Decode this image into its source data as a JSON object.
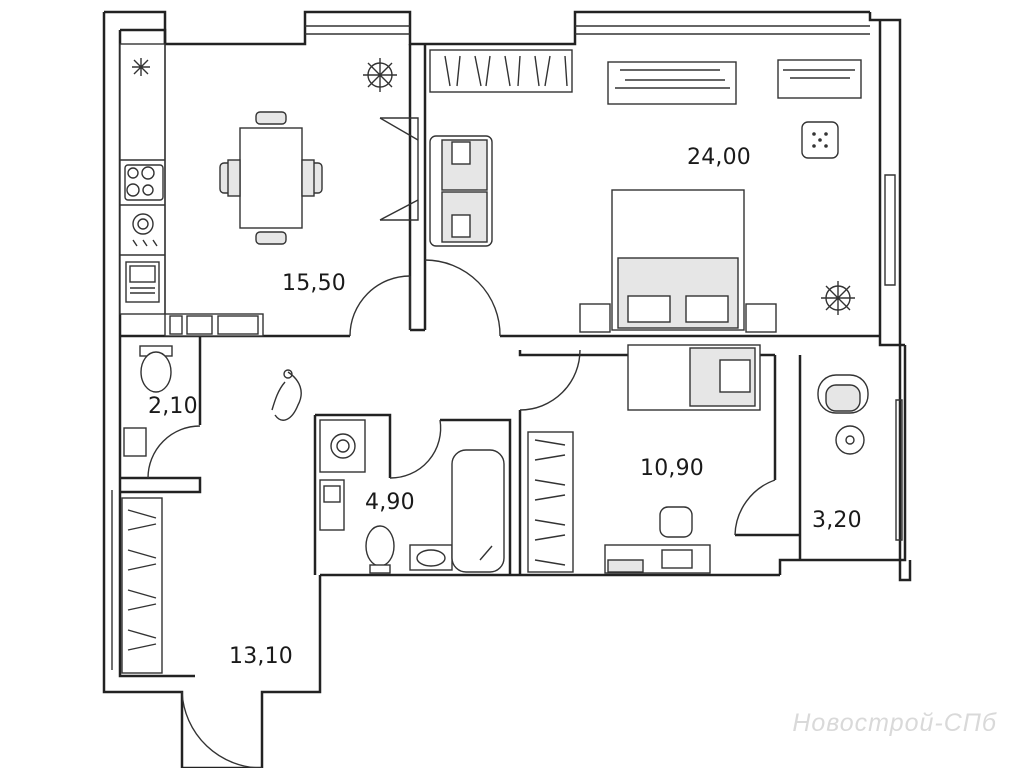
{
  "rooms": {
    "living_kitchen": {
      "area": "15,50"
    },
    "bedroom": {
      "area": "24,00"
    },
    "wc": {
      "area": "2,10"
    },
    "bathroom": {
      "area": "4,90"
    },
    "second_room": {
      "area": "10,90"
    },
    "balcony": {
      "area": "3,20"
    },
    "hallway": {
      "area": "13,10"
    }
  },
  "watermark": "Новострой-СПб",
  "colors": {
    "wall": "#222222",
    "furniture_fill": "#e6e6e6",
    "background": "#ffffff"
  }
}
